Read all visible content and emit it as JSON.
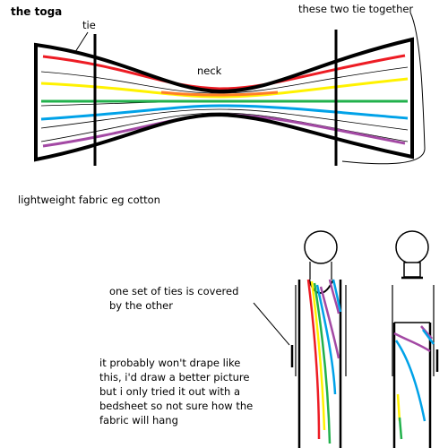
{
  "title": "the toga",
  "labels": {
    "tie": "tie",
    "neck": "neck",
    "tie_together": "these two tie together",
    "fabric": "lightweight fabric eg cotton",
    "covered": "one set of ties is covered\nby the other",
    "drape_note": "it probably won't drape like\nthis, i'd draw a better picture\nbut i only tried it out with a\nbedsheet so not sure how the\nfabric will hang"
  },
  "colors": {
    "red": "#ed1c24",
    "orange": "#ff7f27",
    "yellow": "#fff200",
    "green": "#22b14c",
    "blue": "#00a2e8",
    "purple": "#a349a4",
    "outline": "#000000"
  }
}
